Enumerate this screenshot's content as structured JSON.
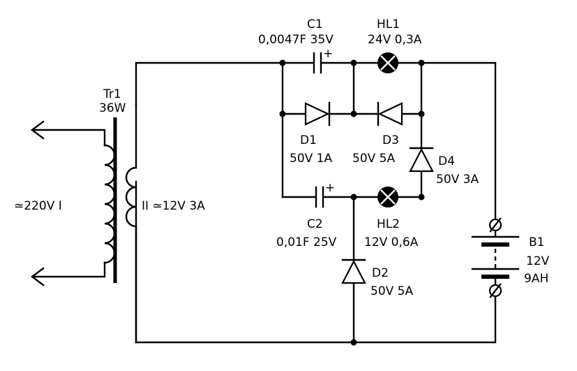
{
  "transformer": {
    "ref": "Tr1",
    "power": "36W",
    "primary": "≃220V  I",
    "secondary": "II  ≃12V 3A"
  },
  "c1": {
    "ref": "C1",
    "value": "0,0047F 35V",
    "polarity": "+"
  },
  "hl1": {
    "ref": "HL1",
    "value": "24V 0,3A"
  },
  "d1": {
    "ref": "D1",
    "value": "50V 1A"
  },
  "d3": {
    "ref": "D3",
    "value": "50V 5A"
  },
  "d4": {
    "ref": "D4",
    "value": "50V 3A"
  },
  "c2": {
    "ref": "C2",
    "value": "0,01F 25V",
    "polarity": "+"
  },
  "hl2": {
    "ref": "HL2",
    "value": "12V 0,6A"
  },
  "d2": {
    "ref": "D2",
    "value": "50V 5A"
  },
  "battery": {
    "ref": "B1",
    "voltage": "12V",
    "capacity": "9AH"
  }
}
